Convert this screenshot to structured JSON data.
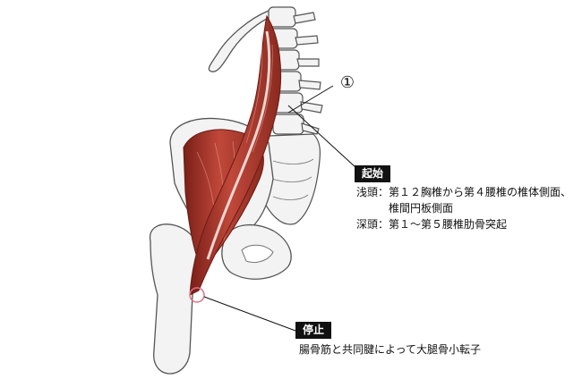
{
  "marker_label": "①",
  "origin": {
    "tag": "起始",
    "line1": "浅頭：第１２胸椎から第４腰椎の椎体側面、",
    "line2": "　　　椎間円板側面",
    "line3": "深頭：第１～第５腰椎肋骨突起"
  },
  "insertion": {
    "tag": "停止",
    "line1": "腸骨筋と共同腱によって大腿骨小転子"
  },
  "colors": {
    "muscle": "#b23a2e",
    "muscle_dark": "#7a1f18",
    "bone": "#f3f3f3",
    "outline": "#555555",
    "marker": "#e07080"
  }
}
